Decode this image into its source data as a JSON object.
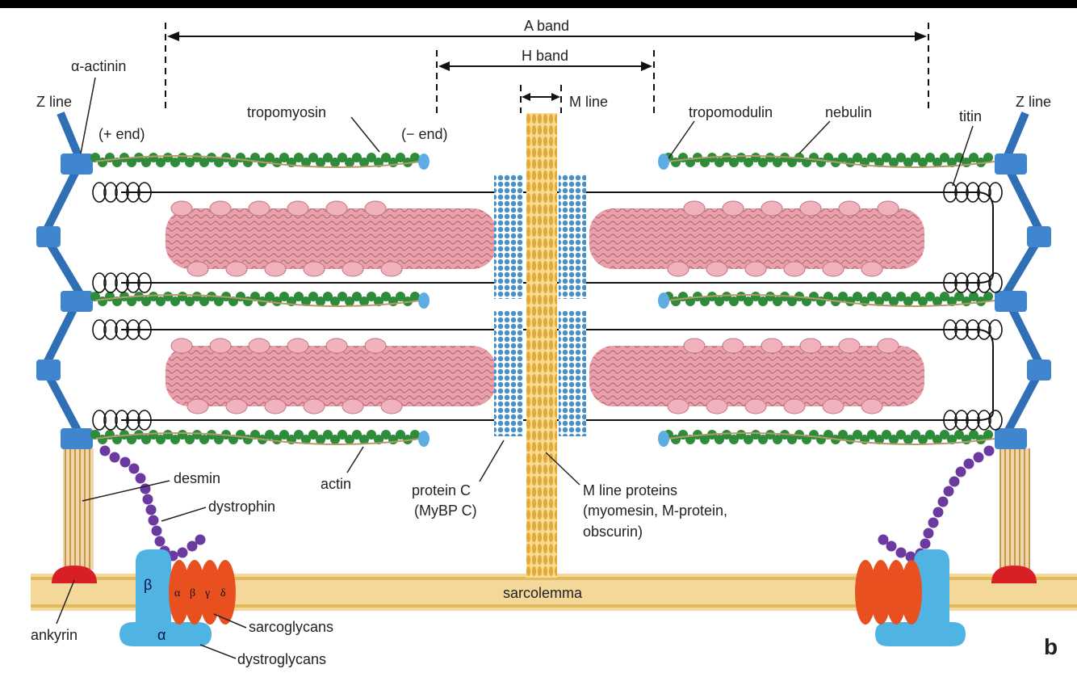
{
  "labels": {
    "a_band": "A band",
    "h_band": "H band",
    "m_line": "M line",
    "alpha_actinin": "α-actinin",
    "z_line_left": "Z line",
    "z_line_right": "Z line",
    "plus_end": "(+ end)",
    "minus_end": "(− end)",
    "tropomyosin": "tropomyosin",
    "tropomodulin": "tropomodulin",
    "nebulin": "nebulin",
    "titin": "titin",
    "desmin": "desmin",
    "actin": "actin",
    "dystrophin": "dystrophin",
    "protein_c_1": "protein C",
    "protein_c_2": "(MyBP C)",
    "m_line_proteins_1": "M line proteins",
    "m_line_proteins_2": "(myomesin, M-protein,",
    "m_line_proteins_3": "obscurin)",
    "sarcolemma": "sarcolemma",
    "ankyrin": "ankyrin",
    "sarcoglycans": "sarcoglycans",
    "dystroglycans": "dystroglycans",
    "beta": "β",
    "alpha": "α",
    "sg_alpha": "α",
    "sg_beta": "β",
    "sg_gamma": "γ",
    "sg_delta": "δ",
    "panel": "b"
  },
  "colors": {
    "background": "#ffffff",
    "z_line": "#2f6fb5",
    "actin": "#2e8b3a",
    "myosin": "#e39aa6",
    "myosin_cap": "#5dade2",
    "m_line": "#e8b84a",
    "sarcolemma": "#f3d89a",
    "ankyrin": "#d81f26",
    "dystroglycan": "#4fb3e3",
    "sarcoglycan": "#e8501f",
    "dystrophin": "#6a3aa0",
    "desmin": "#d9a35a"
  }
}
